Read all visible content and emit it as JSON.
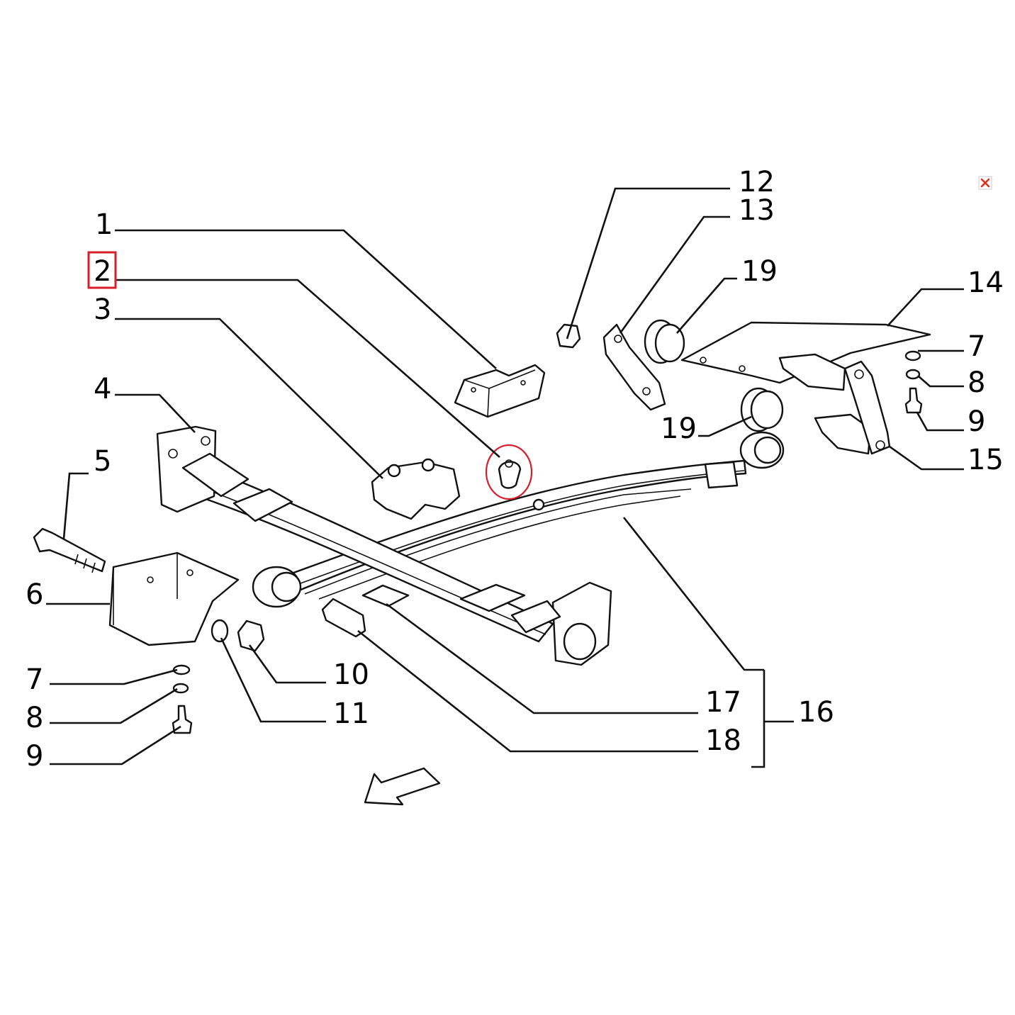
{
  "diagram": {
    "labels": [
      {
        "id": "1",
        "text": "1"
      },
      {
        "id": "2",
        "text": "2"
      },
      {
        "id": "3",
        "text": "3"
      },
      {
        "id": "4",
        "text": "4"
      },
      {
        "id": "5",
        "text": "5"
      },
      {
        "id": "6",
        "text": "6"
      },
      {
        "id": "7a",
        "text": "7"
      },
      {
        "id": "8a",
        "text": "8"
      },
      {
        "id": "9a",
        "text": "9"
      },
      {
        "id": "10",
        "text": "10"
      },
      {
        "id": "11",
        "text": "11"
      },
      {
        "id": "12",
        "text": "12"
      },
      {
        "id": "13",
        "text": "13"
      },
      {
        "id": "14",
        "text": "14"
      },
      {
        "id": "7b",
        "text": "7"
      },
      {
        "id": "8b",
        "text": "8"
      },
      {
        "id": "9b",
        "text": "9"
      },
      {
        "id": "15",
        "text": "15"
      },
      {
        "id": "16",
        "text": "16"
      },
      {
        "id": "17",
        "text": "17"
      },
      {
        "id": "18",
        "text": "18"
      },
      {
        "id": "19a",
        "text": "19"
      },
      {
        "id": "19b",
        "text": "19"
      }
    ],
    "highlighted_label": "2",
    "highlight_color": "#d81e2a",
    "close_icon": "close-icon"
  }
}
